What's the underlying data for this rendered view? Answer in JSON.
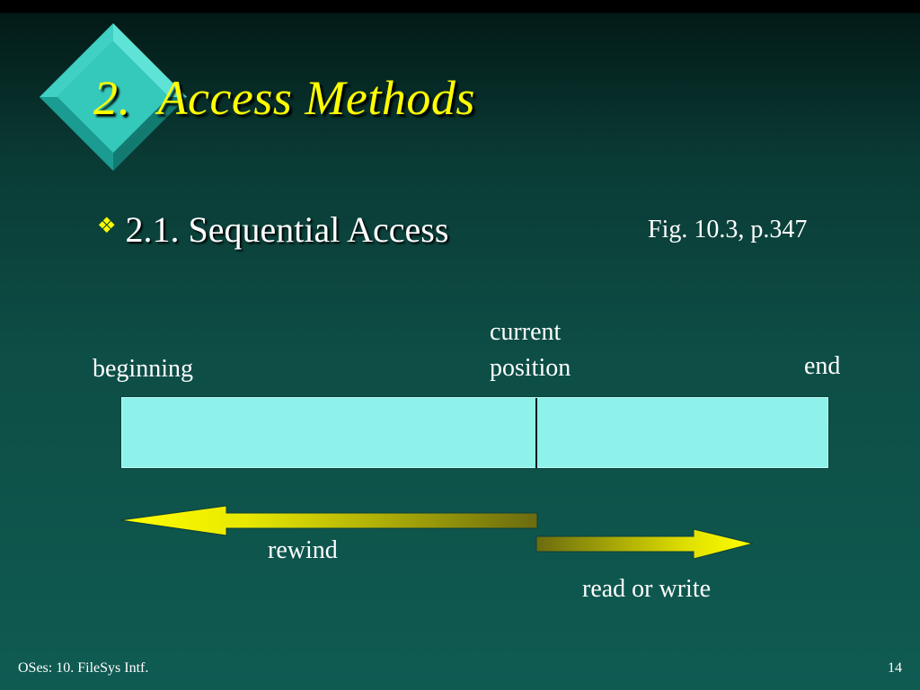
{
  "slide": {
    "title_number": "2.",
    "title_text": "Access Methods",
    "bullet_text": "2.1.  Sequential Access",
    "figure_reference": "Fig. 10.3, p.347"
  },
  "diagram": {
    "label_beginning": "beginning",
    "label_current_line1": "current",
    "label_current_line2": "position",
    "label_end": "end",
    "label_rewind": "rewind",
    "label_read_write": "read or write"
  },
  "footer": {
    "left_text": "OSes: 10. FileSys Intf.",
    "page_number": "14"
  },
  "colors": {
    "title": "#ffff00",
    "tape_fill": "#8ef2ea",
    "logo_teal": "#33c6b8",
    "arrow_yellow": "#ffff00",
    "arrow_olive": "#6b6b10"
  },
  "icons": {
    "logo": "teal-diamond-logo",
    "bullet": "four-petal-bullet-icon"
  }
}
